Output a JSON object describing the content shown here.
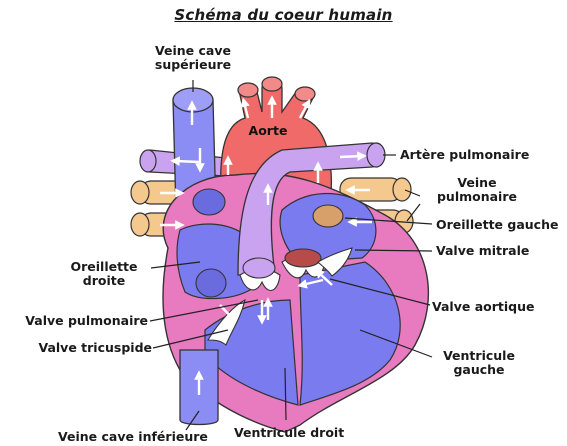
{
  "title": "Schéma du coeur humain",
  "labels": {
    "aorte": "Aorte",
    "veine_cave_sup_1": "Veine cave",
    "veine_cave_sup_2": "supérieure",
    "artere_pulmonaire": "Artère pulmonaire",
    "veine_pulmonaire_1": "Veine",
    "veine_pulmonaire_2": "pulmonaire",
    "oreillette_gauche": "Oreillette gauche",
    "valve_mitrale": "Valve mitrale",
    "oreillette_droite_1": "Oreillette",
    "oreillette_droite_2": "droite",
    "valve_aortique": "Valve aortique",
    "valve_pulmonaire": "Valve pulmonaire",
    "valve_tricuspide": "Valve tricuspide",
    "ventricule_gauche_1": "Ventricule",
    "ventricule_gauche_2": "gauche",
    "veine_cave_inf": "Veine cave inférieure",
    "ventricule_droit": "Ventricule droit"
  },
  "colors": {
    "heart_outer": "#e87ac0",
    "blue_chamber": "#7b7bf0",
    "vena_cava": "#8c8cf5",
    "aorta": "#ef6a68",
    "pulmonary_artery": "#c9a3ef",
    "pulmonary_veins": "#f5c88e",
    "valve_fill": "#ffffff",
    "leader_line": "#222222"
  }
}
